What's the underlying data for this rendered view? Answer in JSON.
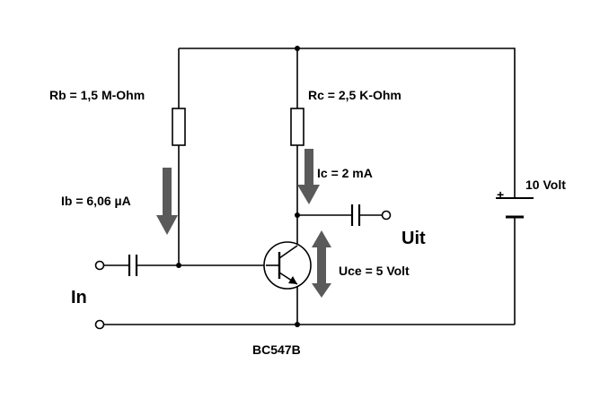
{
  "labels": {
    "rb": "Rb = 1,5 M-Ohm",
    "rc": "Rc = 2,5 K-Ohm",
    "ib": "Ib = 6,06 µA",
    "ic": "Ic = 2 mA",
    "uce": "Uce = 5 Volt",
    "supply": "10 Volt",
    "plus": "+",
    "input": "In",
    "output": "Uit",
    "transistor": "BC547B"
  },
  "colors": {
    "wire": "#000000",
    "arrow": "#5a5a5a"
  }
}
